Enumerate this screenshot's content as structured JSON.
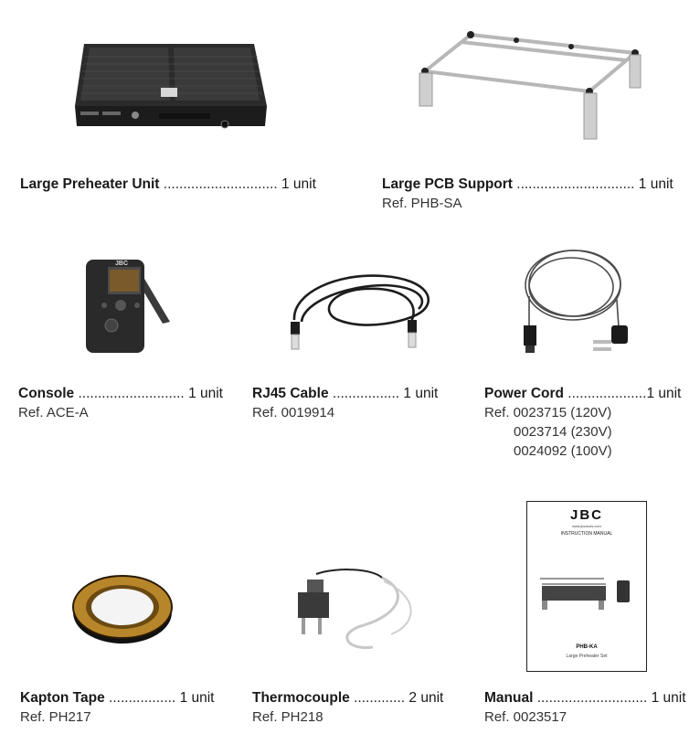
{
  "items": [
    {
      "name": "Large Preheater Unit",
      "dots": ".............................",
      "qty": "1 unit",
      "refs": []
    },
    {
      "name": "Large PCB Support",
      "dots": "..............................",
      "qty": "1 unit",
      "refs": [
        "Ref. PHB-SA"
      ]
    },
    {
      "name": "Console",
      "dots": "...........................",
      "qty": "1 unit",
      "refs": [
        "Ref. ACE-A"
      ]
    },
    {
      "name": "RJ45 Cable",
      "dots": ".................",
      "qty": "1 unit",
      "refs": [
        "Ref. 0019914"
      ]
    },
    {
      "name": "Power Cord",
      "dots": "....................",
      "qty": "1 unit",
      "refs": [
        "Ref. 0023715 (120V)",
        "0023714 (230V)",
        "0024092 (100V)"
      ]
    },
    {
      "name": "Kapton Tape",
      "dots": ".................",
      "qty": "1 unit",
      "refs": [
        "Ref. PH217"
      ]
    },
    {
      "name": "Thermocouple",
      "dots": ".............",
      "qty": "2 unit",
      "refs": [
        "Ref. PH218"
      ]
    },
    {
      "name": "Manual",
      "dots": "............................",
      "qty": "1 unit",
      "refs": [
        "Ref. 0023517"
      ]
    }
  ],
  "manual_cover": {
    "brand": "JBC",
    "url": "www.jbctools.com",
    "title": "INSTRUCTION MANUAL",
    "model": "PHB-KA",
    "subtitle": "Large Preheater Set"
  },
  "console_screen": {
    "brand": "JBC"
  }
}
